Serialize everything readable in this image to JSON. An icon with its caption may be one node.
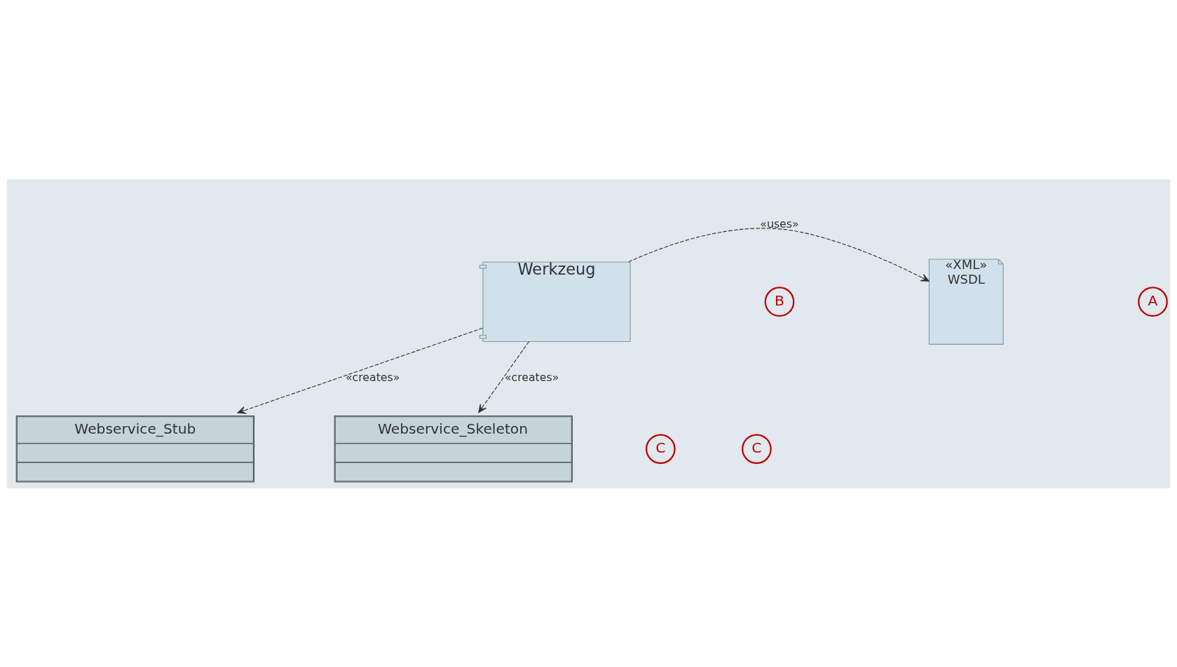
{
  "diagram": {
    "nodes": [
      {
        "text": [
          "Werkzeug"
        ]
      },
      {
        "text": [
          "«XML»",
          "WSDL"
        ]
      },
      {
        "text": [
          "Webservice_Stub"
        ]
      },
      {
        "text": [
          "Webservice_Skeleton"
        ]
      }
    ],
    "edges": [
      {
        "from": 0,
        "to": 1,
        "arrow": "to",
        "style": "dashed",
        "label": "«uses»"
      },
      {
        "from": 0,
        "to": 2,
        "arrow": "to",
        "style": "dashed",
        "label": "«creates»"
      },
      {
        "from": 0,
        "to": 3,
        "arrow": "to",
        "style": "dashed",
        "label": "«creates»"
      }
    ],
    "labels": [
      "B",
      "A",
      "C",
      "C"
    ]
  }
}
